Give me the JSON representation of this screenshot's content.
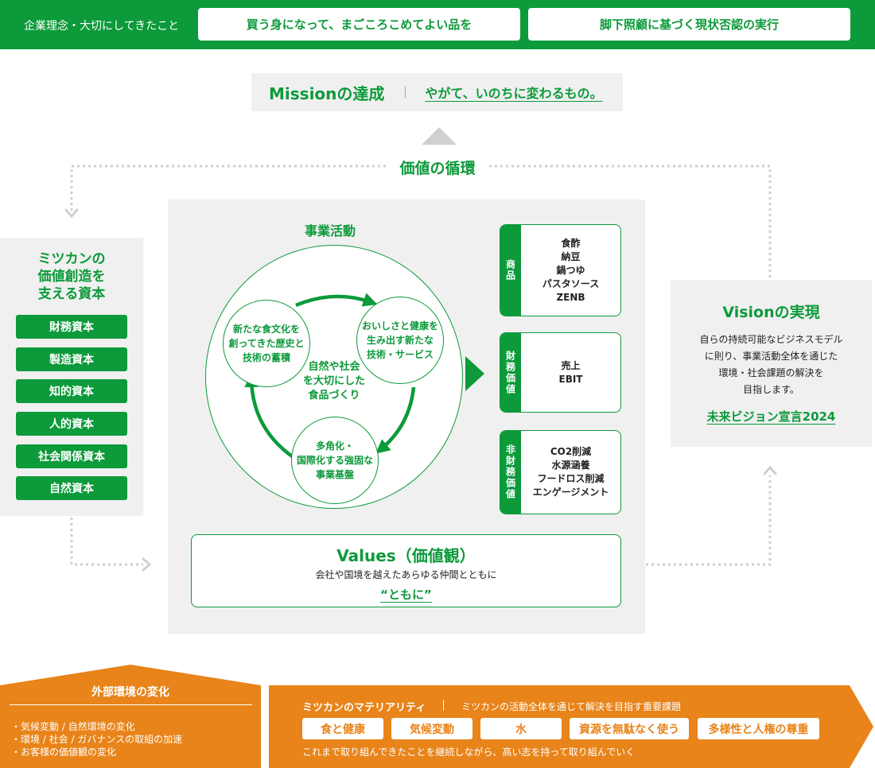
{
  "header": {
    "label": "企業理念・大切にしてきたこと",
    "pills": [
      "買う身になって、まごころこめてよい品を",
      "脚下照顧に基づく現状否認の実行"
    ]
  },
  "mission": {
    "title": "Missionの達成",
    "slogan": "やがて、いのちに変わるもの。"
  },
  "loop_title": "価値の循環",
  "capital": {
    "title": "ミツカンの\n価値創造を\n支える資本",
    "items": [
      "財務資本",
      "製造資本",
      "知的資本",
      "人的資本",
      "社会関係資本",
      "自然資本"
    ]
  },
  "activities": {
    "title": "事業活動",
    "core": "自然や社会\nを大切にした\n食品づくり",
    "circles": [
      "新たな食文化を\n創ってきた歴史と\n技術の蓄積",
      "おいしさと健康を\n生み出す新たな\n技術・サービス",
      "多角化・\n国際化する強固な\n事業基盤"
    ]
  },
  "value_boxes": [
    {
      "tab": "商品",
      "content": "食酢\n納豆\n鍋つゆ\nパスタソース\nZENB"
    },
    {
      "tab": "財務価値",
      "content": "売上\nEBIT"
    },
    {
      "tab": "非財務価値",
      "content": "CO2削減\n水源涵養\nフードロス削減\nエンゲージメント"
    }
  ],
  "values": {
    "title": "Values（価値観）",
    "sub": "会社や国境を越えたあらゆる仲間とともに",
    "quote": "“ともに”"
  },
  "vision": {
    "title": "Visionの実現",
    "body": "自らの持続可能なビジネスモデル\nに則り、事業活動全体を通じた\n環境・社会課題の解決を\n目指します。",
    "link": "未来ビジョン宣言2024"
  },
  "environment": {
    "title": "外部環境の変化",
    "items": [
      "・気候変動 / 自然環境の変化",
      "・環境 / 社会 / ガバナンスの取組の加速",
      "・お客様の価値観の変化"
    ]
  },
  "materiality": {
    "title": "ミツカンのマテリアリティ",
    "subtitle": "ミツカンの活動全体を通じて解決を目指す重要課題",
    "items": [
      "食と健康",
      "気候変動",
      "水",
      "資源を無駄なく使う",
      "多様性と人権の尊重"
    ],
    "footer": "これまで取り組んできたことを継続しながら、高い志を持って取り組んでいく"
  },
  "colors": {
    "green": "#0c9a3a",
    "orange": "#e8841a",
    "panel": "#f0f0f0",
    "dots": "#cfcfcf"
  }
}
